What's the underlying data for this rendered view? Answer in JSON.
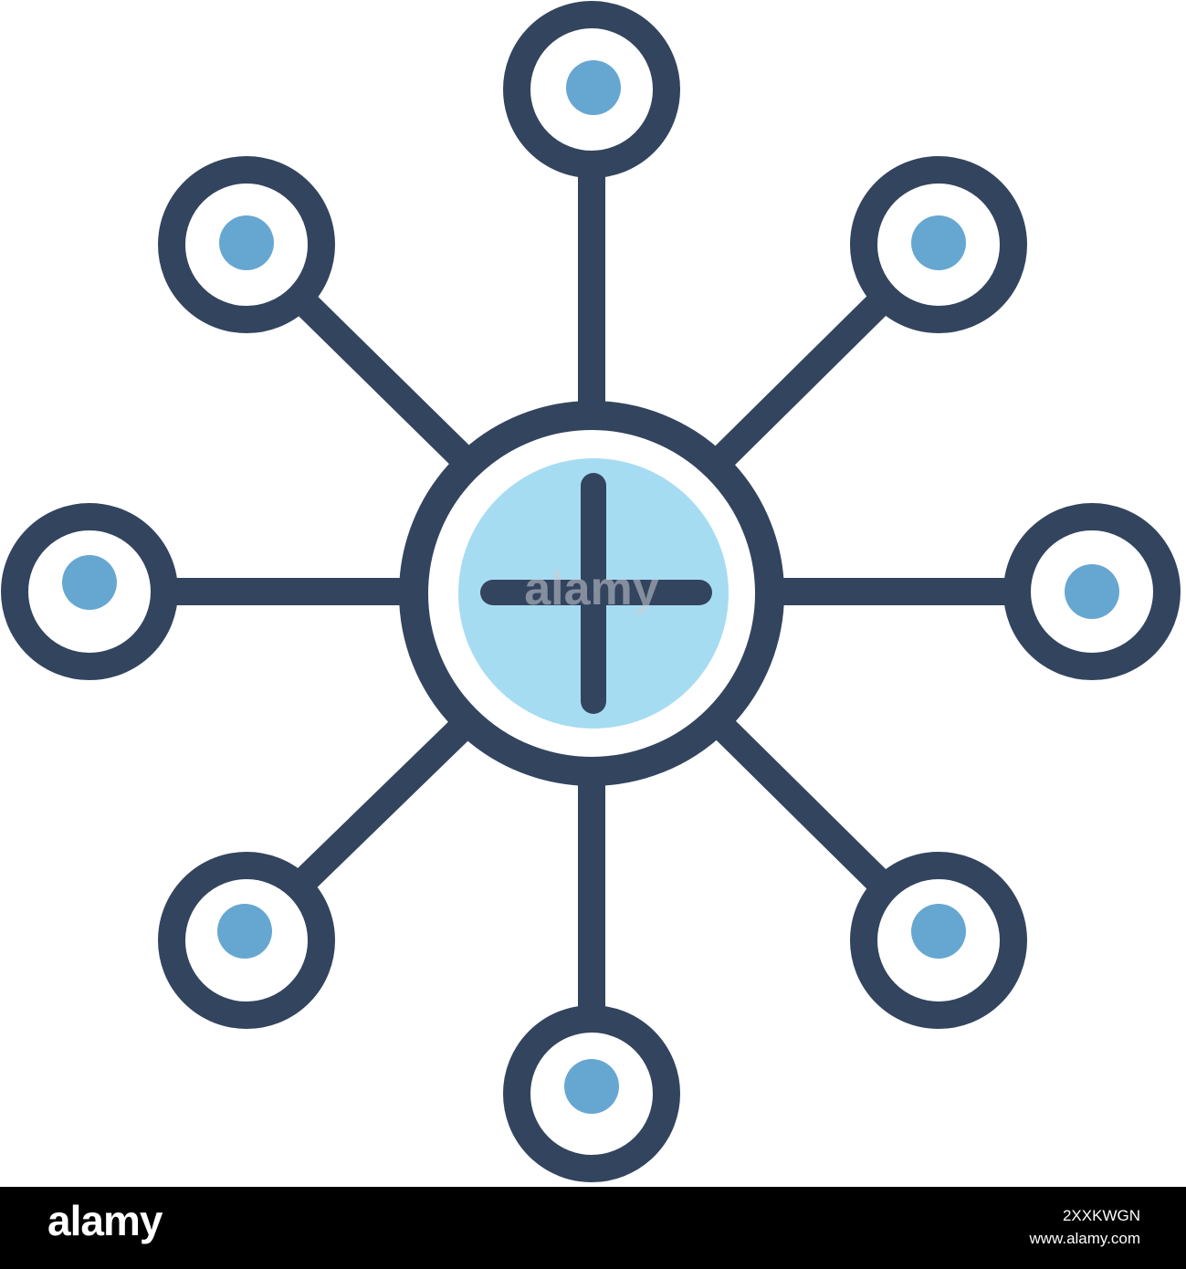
{
  "graphic": {
    "icon": "network-hub-icon",
    "colors": {
      "outline": "#33445e",
      "node_fill": "#66a7d2",
      "center_fill": "#a6dcf2",
      "background": "#ffffff"
    },
    "satellite_node_count": 8,
    "center_symbol": "plus-icon"
  },
  "watermark": {
    "text": "alamy"
  },
  "footer": {
    "brand": "alamy",
    "image_id": "2XXKWGN",
    "site": "www.alamy.com"
  }
}
